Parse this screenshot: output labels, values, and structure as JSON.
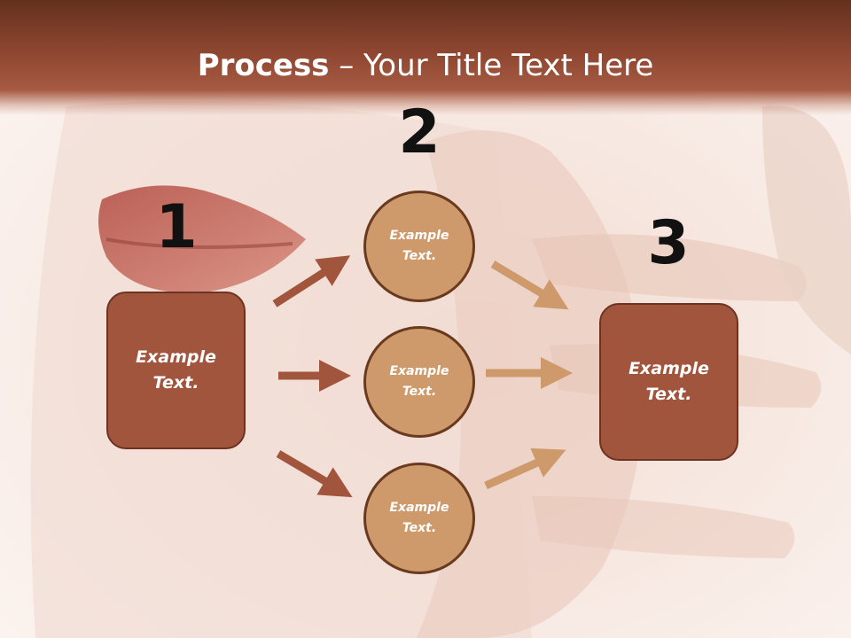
{
  "title": {
    "bold": "Process",
    "rest": " – Your Title Text Here"
  },
  "steps": [
    {
      "number": "1",
      "label_line1": "Example",
      "label_line2": "Text."
    },
    {
      "number": "2"
    },
    {
      "number": "3",
      "label_line1": "Example",
      "label_line2": "Text."
    }
  ],
  "circles": [
    {
      "label_line1": "Example",
      "label_line2": "Text."
    },
    {
      "label_line1": "Example",
      "label_line2": "Text."
    },
    {
      "label_line1": "Example",
      "label_line2": "Text."
    }
  ],
  "colors": {
    "box_fill": "#a2553d",
    "circle_fill": "#cf9a6b",
    "arrow_left": "#a2553d",
    "arrow_right": "#cf9a6b",
    "title_band": "#8e4630"
  }
}
